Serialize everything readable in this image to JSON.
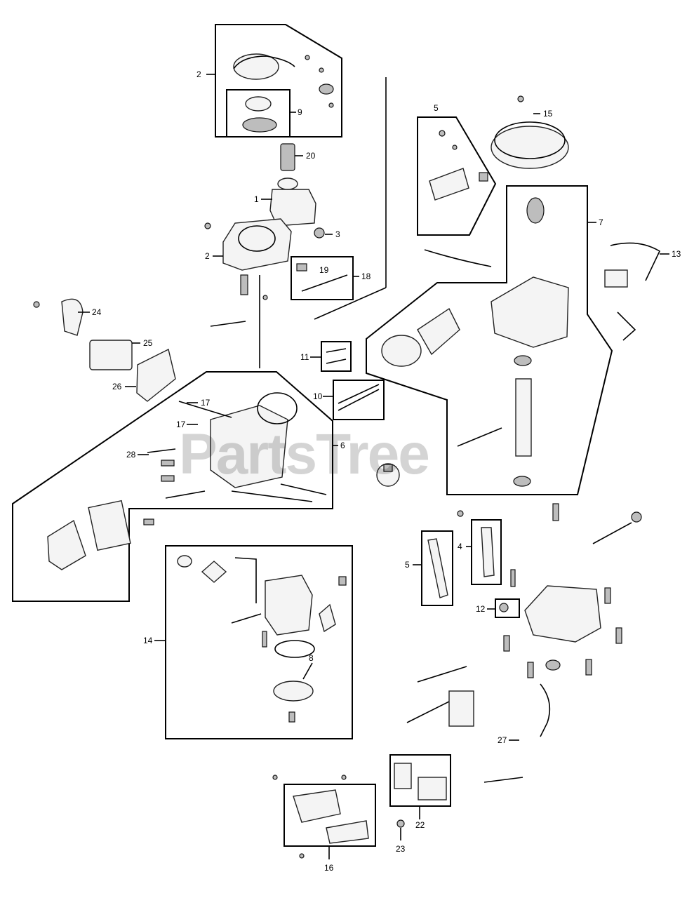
{
  "watermark": "PartsTree",
  "callouts": {
    "c2a": "2",
    "c9": "9",
    "c20": "20",
    "c1": "1",
    "c3": "3",
    "c2": "2",
    "c19": "19",
    "c18": "18",
    "c24": "24",
    "c25": "25",
    "c26": "26",
    "c5a": "5",
    "c15": "15",
    "c7": "7",
    "c13": "13",
    "c11": "11",
    "c10": "10",
    "c17a": "17",
    "c17b": "17",
    "c28": "28",
    "c6": "6",
    "c4": "4",
    "c5b": "5",
    "c12": "12",
    "c14": "14",
    "c27": "27",
    "c22": "22",
    "c23": "23",
    "c16": "16",
    "c8": "8"
  }
}
